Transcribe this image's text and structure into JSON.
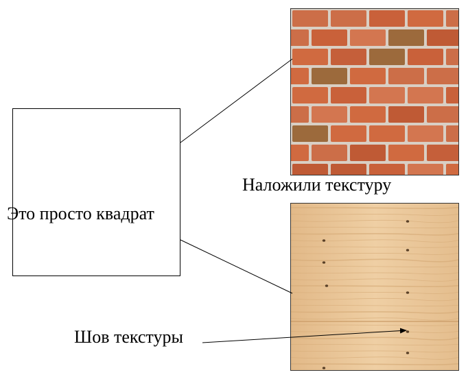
{
  "labels": {
    "square": "Это просто квадрат",
    "texture_applied": "Наложили текстуру",
    "texture_seam": "Шов текстуры"
  },
  "colors": {
    "brick_mortar": "#d9cfc4",
    "brick_red": "#c9613a",
    "brick_dark": "#9c6a3c",
    "wood_base": "#e8c496",
    "wood_grain": "#d6ab78",
    "knot": "#5a4128"
  }
}
